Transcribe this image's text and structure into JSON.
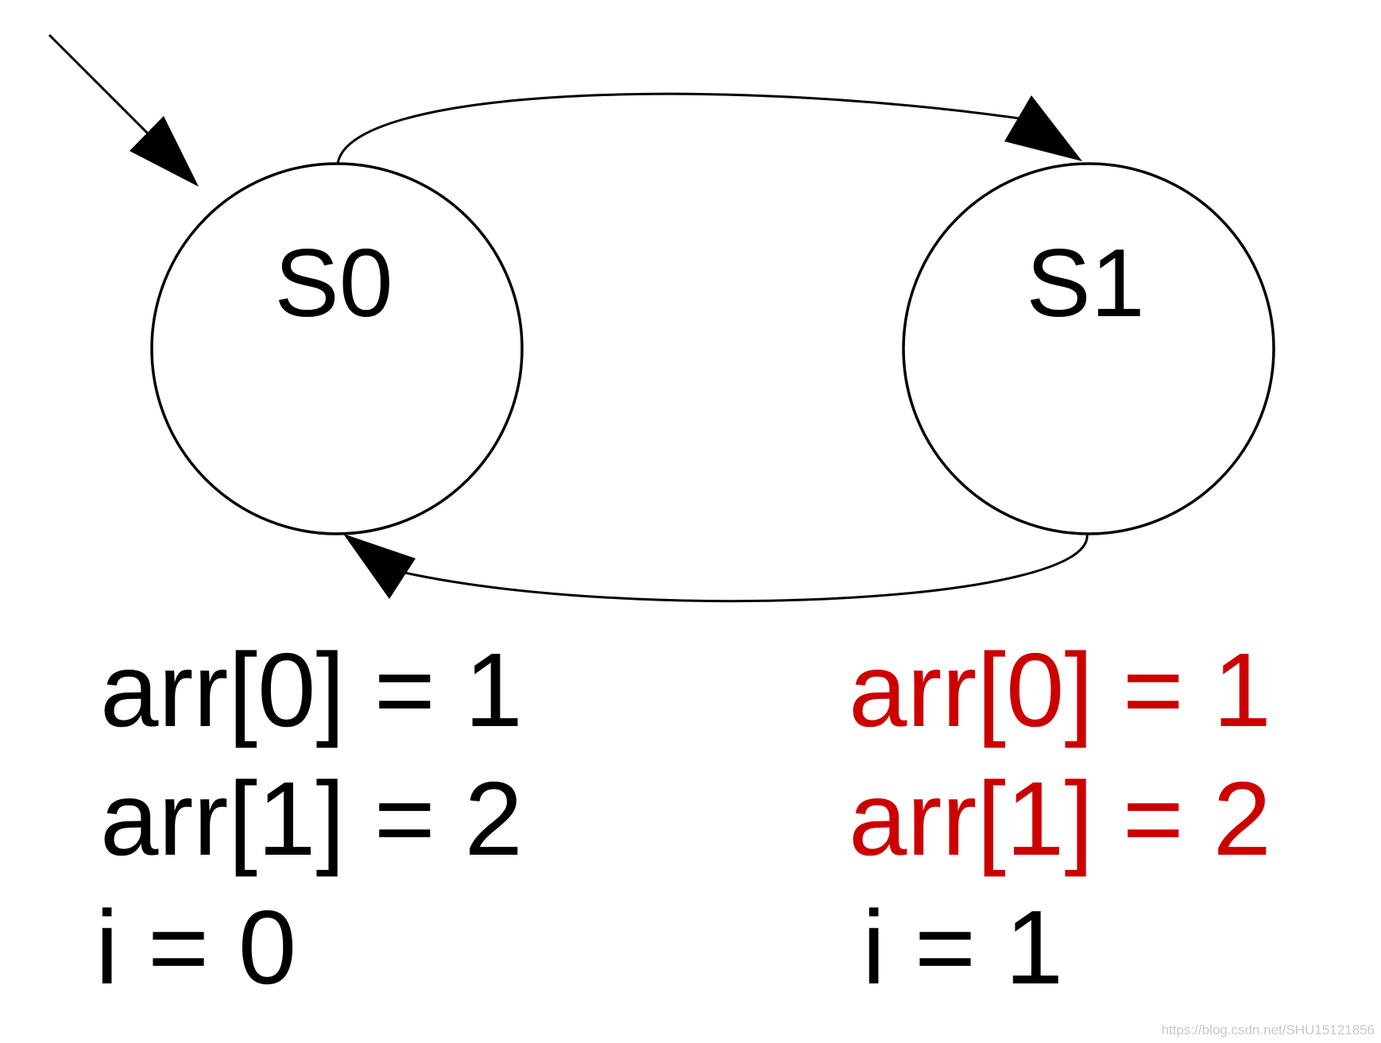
{
  "states": {
    "s0": {
      "label": "S0"
    },
    "s1": {
      "label": "S1"
    }
  },
  "s0_vars": [
    "arr[0] = 1",
    "arr[1] = 2",
    "i = 0"
  ],
  "s1_vars": [
    "arr[0] = 1",
    "arr[1] = 2",
    "i = 1"
  ],
  "s1_var_colors": [
    "#cc0000",
    "#cc0000",
    "#000000"
  ],
  "line_color": "#000000",
  "watermark": "https://blog.csdn.net/SHU15121856"
}
